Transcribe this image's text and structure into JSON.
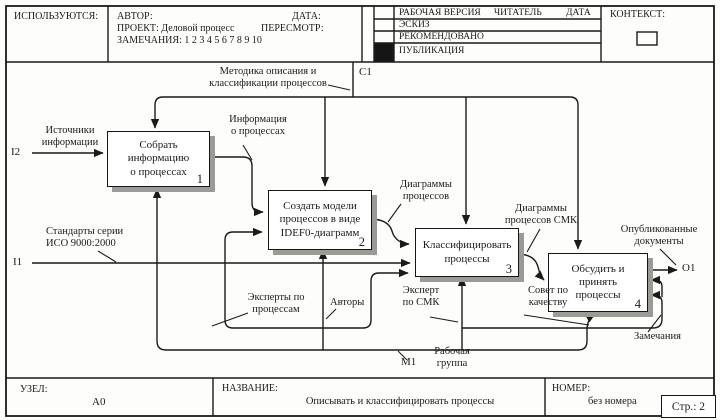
{
  "header": {
    "used_label": "ИСПОЛЬЗУЮТСЯ:",
    "author_label": "АВТОР:",
    "date_label": "ДАТА:",
    "project_line": "ПРОЕКТ: Деловой процесс",
    "revision_label": "ПЕРЕСМОТР:",
    "notes_line": "ЗАМЕЧАНИЯ: 1 2 3 4 5 6 7 8 9 10",
    "status_header": {
      "working": "РАБОЧАЯ ВЕРСИЯ",
      "reader": "ЧИТАТЕЛЬ",
      "date": "ДАТА"
    },
    "status_rows": [
      "ЭСКИЗ",
      "РЕКОМЕНДОВАНО",
      "ПУБЛИКАЦИЯ"
    ],
    "context_label": "КОНТЕКСТ:"
  },
  "diagram": {
    "boxes": [
      {
        "title": "Собрать\nинформацию\nо процессах",
        "num": "1"
      },
      {
        "title": "Создать модели\nпроцессов в виде\nIDEF0-диаграмм",
        "num": "2"
      },
      {
        "title": "Классифицировать\nпроцессы",
        "num": "3"
      },
      {
        "title": "Обсудить и\nпринять\nпроцессы",
        "num": "4"
      }
    ],
    "labels": {
      "c1": "C1",
      "i1": "I1",
      "i2": "I2",
      "o1": "O1",
      "m1": "M1",
      "methodology": "Методика описания и\nклассификации процессов",
      "sources": "Источники\nинформации",
      "info": "Информация\nо процессах",
      "standards": "Стандарты серии\nИСО 9000:2000",
      "diagrams": "Диаграммы\nпроцессов",
      "diagrams_smk": "Диаграммы\nпроцессов СМК",
      "published": "Опубликованные\nдокументы",
      "remarks": "Замечания",
      "experts": "Эксперты по\nпроцессам",
      "authors": "Авторы",
      "expert_smk": "Эксперт\nпо СМК",
      "council": "Совет  по\nкачеству",
      "workgroup": "Рабочая\nгруппа"
    }
  },
  "footer": {
    "node_label": "УЗЕЛ:",
    "node": "А0",
    "title_label": "НАЗВАНИЕ:",
    "title": "Описывать и классифицировать процессы",
    "number_label": "НОМЕР:",
    "number": "без номера",
    "page": "Стр.: 2"
  },
  "colors": {
    "ink": "#1a1a1a",
    "paper": "#fdfdfb",
    "shadow": "#9a9a96"
  }
}
